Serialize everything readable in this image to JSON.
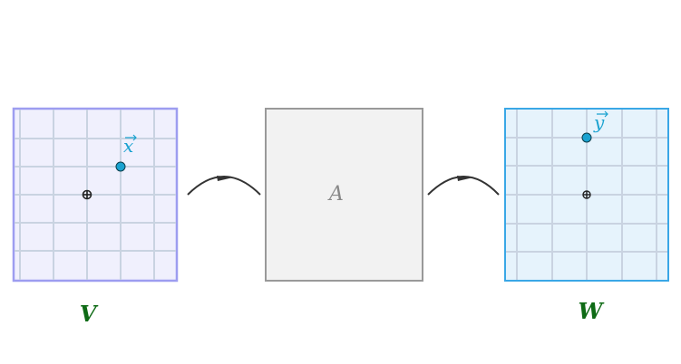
{
  "colors": {
    "domain_fill": "#f0f0fd",
    "domain_stroke": "#9d9df0",
    "codomain_fill": "#e6f3fc",
    "codomain_stroke": "#3aa7e6",
    "grid_line": "#c9d3e1",
    "matrix_fill": "#f2f2f2",
    "matrix_stroke": "#999999",
    "matrix_text": "#888888",
    "vector_color": "#1aa2d0",
    "point_fill": "#1aa2d0",
    "origin_stroke": "#222222",
    "arrow_color": "#333333",
    "space_label_color": "#0f6b16"
  },
  "domain": {
    "label": "V",
    "vector_label": "x"
  },
  "matrix": {
    "label": "A"
  },
  "codomain": {
    "label": "W",
    "vector_label": "y"
  },
  "icons": {
    "origin_marker": "crosshair-circle-icon",
    "point_marker": "filled-dot-icon",
    "map_arrow": "curved-arrow-icon"
  }
}
